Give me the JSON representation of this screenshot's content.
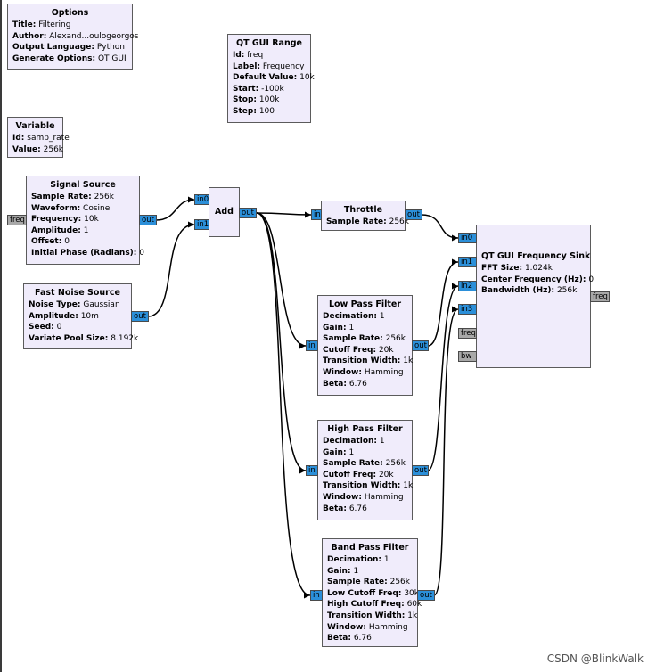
{
  "blocks": {
    "options": {
      "title": "Options",
      "props": [
        [
          "Title:",
          "Filtering"
        ],
        [
          "Author:",
          "Alexand...oulogeorgos"
        ],
        [
          "Output Language:",
          "Python"
        ],
        [
          "Generate Options:",
          "QT GUI"
        ]
      ]
    },
    "qt_gui_range": {
      "title": "QT GUI Range",
      "props": [
        [
          "Id:",
          "freq"
        ],
        [
          "Label:",
          "Frequency"
        ],
        [
          "Default Value:",
          "10k"
        ],
        [
          "Start:",
          "-100k"
        ],
        [
          "Stop:",
          "100k"
        ],
        [
          "Step:",
          "100"
        ]
      ]
    },
    "variable": {
      "title": "Variable",
      "props": [
        [
          "Id:",
          "samp_rate"
        ],
        [
          "Value:",
          "256k"
        ]
      ]
    },
    "signal_source": {
      "title": "Signal Source",
      "props": [
        [
          "Sample Rate:",
          "256k"
        ],
        [
          "Waveform:",
          "Cosine"
        ],
        [
          "Frequency:",
          "10k"
        ],
        [
          "Amplitude:",
          "1"
        ],
        [
          "Offset:",
          "0"
        ],
        [
          "Initial Phase (Radians):",
          "0"
        ]
      ]
    },
    "fast_noise_source": {
      "title": "Fast Noise Source",
      "props": [
        [
          "Noise Type:",
          "Gaussian"
        ],
        [
          "Amplitude:",
          "10m"
        ],
        [
          "Seed:",
          "0"
        ],
        [
          "Variate Pool Size:",
          "8.192k"
        ]
      ]
    },
    "add": {
      "title": "Add",
      "props": []
    },
    "throttle": {
      "title": "Throttle",
      "props": [
        [
          "Sample Rate:",
          "256k"
        ]
      ]
    },
    "qt_gui_frequency_sink": {
      "title": "QT GUI Frequency Sink",
      "props": [
        [
          "FFT Size:",
          "1.024k"
        ],
        [
          "Center Frequency (Hz):",
          "0"
        ],
        [
          "Bandwidth (Hz):",
          "256k"
        ]
      ]
    },
    "low_pass_filter": {
      "title": "Low Pass Filter",
      "props": [
        [
          "Decimation:",
          "1"
        ],
        [
          "Gain:",
          "1"
        ],
        [
          "Sample Rate:",
          "256k"
        ],
        [
          "Cutoff Freq:",
          "20k"
        ],
        [
          "Transition Width:",
          "1k"
        ],
        [
          "Window:",
          "Hamming"
        ],
        [
          "Beta:",
          "6.76"
        ]
      ]
    },
    "high_pass_filter": {
      "title": "High Pass Filter",
      "props": [
        [
          "Decimation:",
          "1"
        ],
        [
          "Gain:",
          "1"
        ],
        [
          "Sample Rate:",
          "256k"
        ],
        [
          "Cutoff Freq:",
          "20k"
        ],
        [
          "Transition Width:",
          "1k"
        ],
        [
          "Window:",
          "Hamming"
        ],
        [
          "Beta:",
          "6.76"
        ]
      ]
    },
    "band_pass_filter": {
      "title": "Band Pass Filter",
      "props": [
        [
          "Decimation:",
          "1"
        ],
        [
          "Gain:",
          "1"
        ],
        [
          "Sample Rate:",
          "256k"
        ],
        [
          "Low Cutoff Freq:",
          "30k"
        ],
        [
          "High Cutoff Freq:",
          "60k"
        ],
        [
          "Transition Width:",
          "1k"
        ],
        [
          "Window:",
          "Hamming"
        ],
        [
          "Beta:",
          "6.76"
        ]
      ]
    }
  },
  "ports": {
    "signal_source_freq": "freq",
    "signal_source_out": "out",
    "noise_out": "out",
    "add_in0": "in0",
    "add_in1": "in1",
    "add_out": "out",
    "throttle_in": "in",
    "throttle_out": "out",
    "sink_in0": "in0",
    "sink_in1": "in1",
    "sink_in2": "in2",
    "sink_in3": "in3",
    "sink_freq_in": "freq",
    "sink_bw": "bw",
    "sink_freq_out": "freq",
    "lpf_in": "in",
    "lpf_out": "out",
    "hpf_in": "in",
    "hpf_out": "out",
    "bpf_in": "in",
    "bpf_out": "out"
  },
  "watermark": "CSDN @BlinkWalk",
  "colors": {
    "block_fill": "#f0ecfb",
    "stream_port": "#2b8fd9",
    "message_port": "#a8a8a8"
  }
}
